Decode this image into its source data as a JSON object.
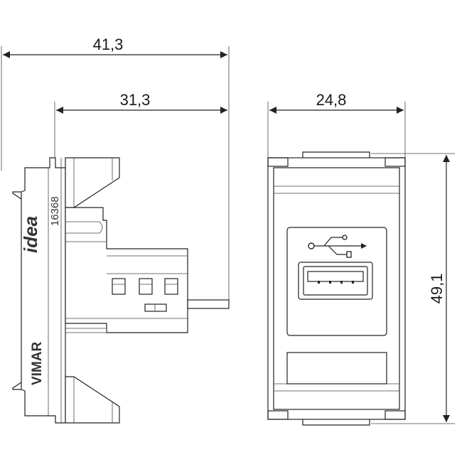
{
  "dimensions": {
    "overall_depth": "41,3",
    "body_depth": "31,3",
    "width": "24,8",
    "height": "49,1"
  },
  "side_view": {
    "brand_logo": "idea",
    "product_code": "16368",
    "manufacturer": "VIMAR"
  },
  "front_view": {
    "port_icon": "usb-trident-icon",
    "port_type": "usb-a-socket"
  },
  "colors": {
    "line": "#222222"
  }
}
